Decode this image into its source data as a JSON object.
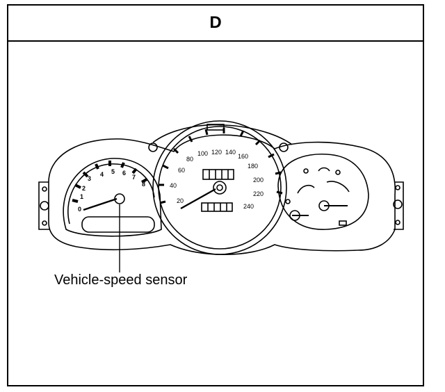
{
  "panel": {
    "label": "D"
  },
  "callout": {
    "text": "Vehicle-speed sensor"
  },
  "speedometer": {
    "labels": [
      "20",
      "40",
      "60",
      "80",
      "100",
      "120",
      "140",
      "160",
      "180",
      "200",
      "220",
      "240"
    ]
  },
  "tachometer": {
    "labels": [
      "0",
      "1",
      "2",
      "3",
      "4",
      "5",
      "6",
      "7",
      "8"
    ]
  },
  "colors": {
    "ink": "#000000",
    "paper": "#ffffff"
  }
}
